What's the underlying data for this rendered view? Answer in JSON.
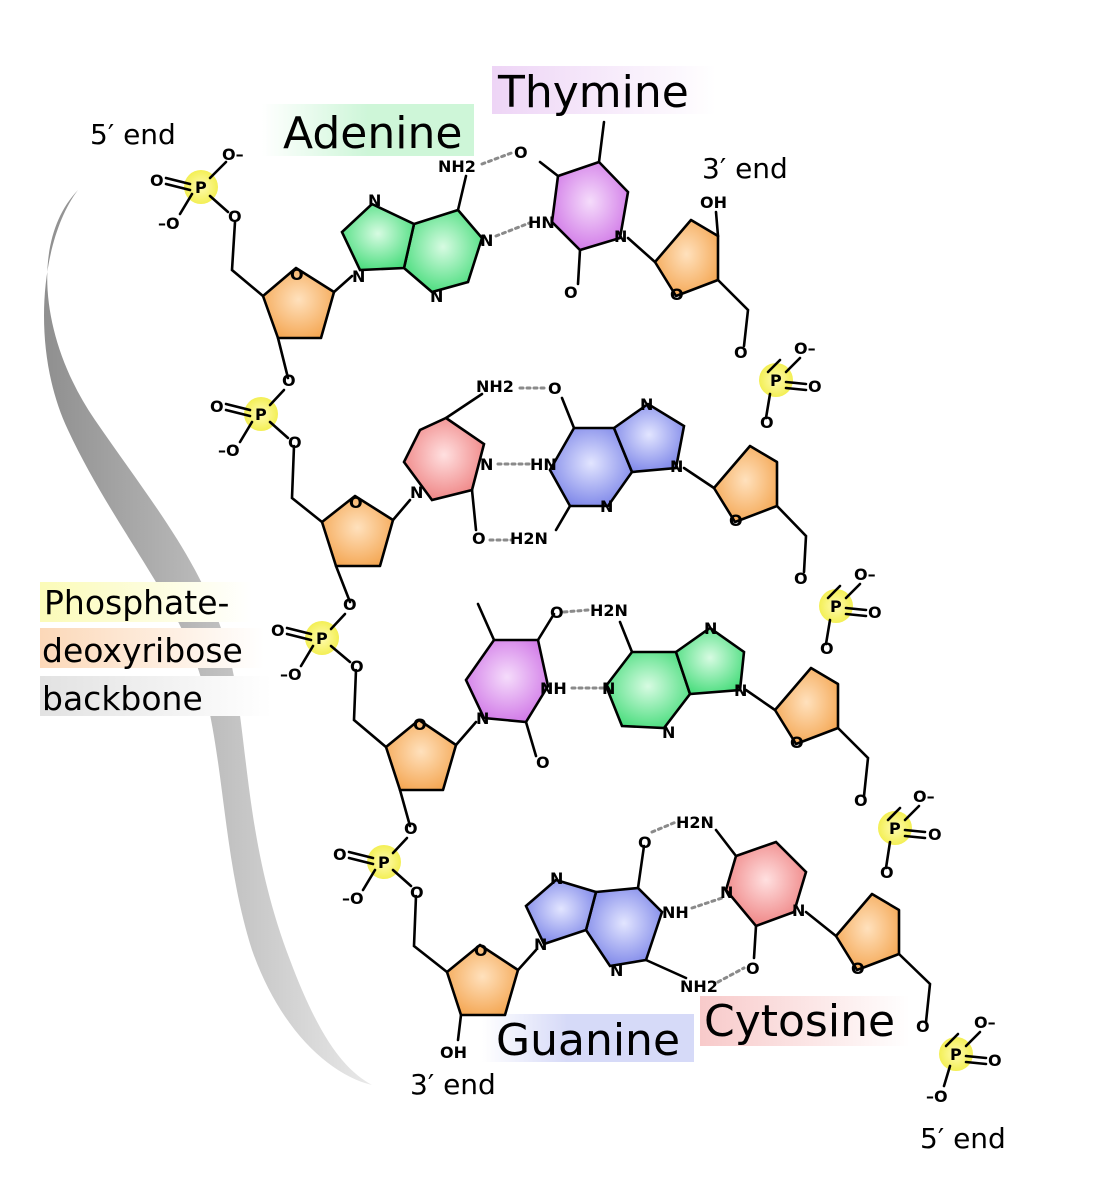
{
  "labels": {
    "adenine": "Adenine",
    "thymine": "Thymine",
    "guanine": "Guanine",
    "cytosine": "Cytosine",
    "backbone_line1": "Phosphate-",
    "backbone_line2": "deoxyribose",
    "backbone_line3": "backbone",
    "five_prime_left": "5′ end",
    "three_prime_top": "3′ end",
    "three_prime_bottom": "3′ end",
    "five_prime_bottom": "5′ end"
  },
  "colors": {
    "adenine": "#5ee38a",
    "thymine": "#d98bea",
    "guanine": "#8c95ea",
    "cytosine": "#f29494",
    "sugar": "#f7b36a",
    "phosphate": "#f6f25a"
  },
  "atoms": {
    "N": "N",
    "O": "O",
    "P": "P",
    "OH": "OH",
    "HN": "HN",
    "NH": "NH",
    "NH2": "NH2",
    "H2N": "H2N",
    "O_minus": "O–",
    "minus_O": "–O"
  }
}
